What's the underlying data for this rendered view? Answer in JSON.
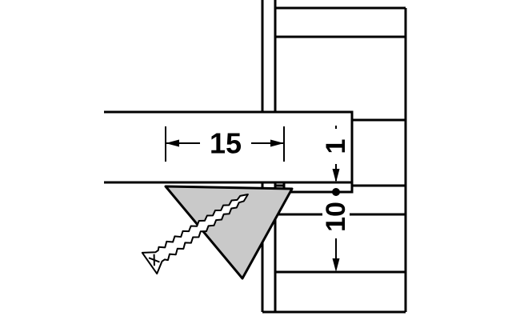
{
  "diagram": {
    "kind": "furniture-fitting-installation-drawing",
    "dimension_labels": {
      "wedge_width": "15",
      "lip_depth": "1",
      "offset_below": "10"
    },
    "colors": {
      "line": "#000000",
      "wedge_fill": "#c9c9c9",
      "background": "#ffffff"
    },
    "parts": {
      "side_panel": "cabinet-side-panel",
      "shelf": "shelf-panel",
      "wedge": "wedge-connector",
      "screw": "countersunk-screw"
    }
  }
}
